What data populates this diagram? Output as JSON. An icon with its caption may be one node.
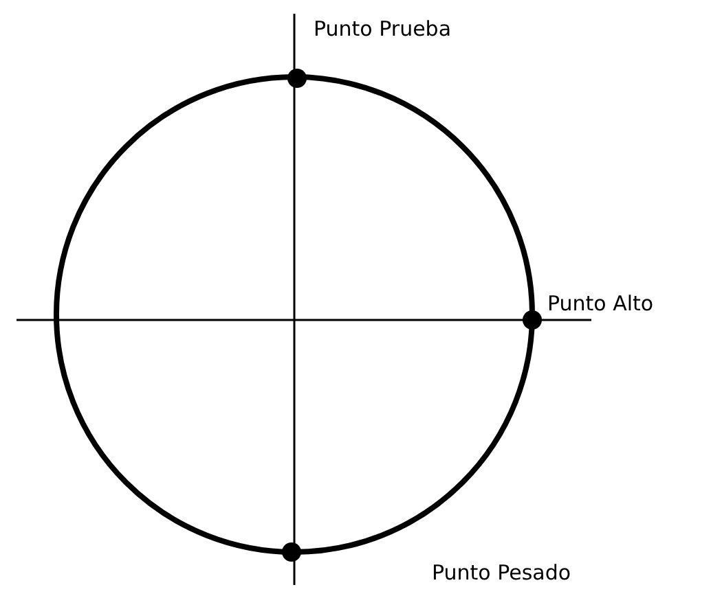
{
  "diagram": {
    "labels": [
      "Punto Prueba",
      "Punto Alto",
      "Punto Pesado"
    ]
  }
}
